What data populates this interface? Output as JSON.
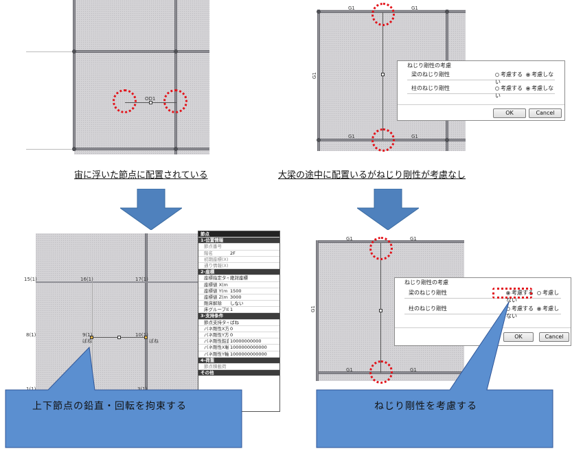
{
  "q1": {
    "node_label": "OD1"
  },
  "q2": {
    "g1_labels": [
      "G1",
      "G1",
      "G1",
      "G1"
    ],
    "side_label": "G1"
  },
  "dialog_top": {
    "title": "ねじり剛性の考慮",
    "rows": [
      {
        "label": "梁のねじり剛性",
        "opt1": "考慮する",
        "opt2": "考慮しない",
        "selected": "opt2"
      },
      {
        "label": "柱のねじり剛性",
        "opt1": "考慮する",
        "opt2": "考慮しない",
        "selected": "opt2"
      }
    ],
    "ok": "OK",
    "cancel": "Cancel"
  },
  "dialog_bottom": {
    "title": "ねじり剛性の考慮",
    "rows": [
      {
        "label": "梁のねじり剛性",
        "opt1": "考慮する",
        "opt2": "考慮しない",
        "selected": "opt1"
      },
      {
        "label": "柱のねじり剛性",
        "opt1": "考慮する",
        "opt2": "考慮しない",
        "selected": "opt2"
      }
    ],
    "ok": "OK",
    "cancel": "Cancel"
  },
  "captions": {
    "left": "宙に浮いた節点に配置されている",
    "right": "大梁の途中に配置いるがねじり剛性が考慮なし"
  },
  "q3": {
    "labels": {
      "n15": "15(1)",
      "n16": "16(1)",
      "n17": "17(1)",
      "n8": "8(1)",
      "n9": "9(1)",
      "n10": "10(1)",
      "n1": "1(1)",
      "n3": "3(1)",
      "spring1": "ばね",
      "spring2": "ばね"
    }
  },
  "props": {
    "title": "節点",
    "rows": [
      {
        "type": "head",
        "k": "1-位置情報",
        "v": ""
      },
      {
        "type": "dis",
        "k": "節点番号",
        "v": ""
      },
      {
        "type": "dis",
        "k": "階名",
        "v": "2F"
      },
      {
        "type": "dis",
        "k": "初期座標(X)",
        "v": ""
      },
      {
        "type": "dis",
        "k": "通り情報(X)",
        "v": ""
      },
      {
        "type": "head",
        "k": "2-座標",
        "v": ""
      },
      {
        "type": "",
        "k": "座標指定タイ",
        "v": "絶対座標"
      },
      {
        "type": "",
        "k": "座標値 X(m",
        "v": ""
      },
      {
        "type": "",
        "k": "座標値 Y(m",
        "v": "1500"
      },
      {
        "type": "",
        "k": "座標値 Z(m",
        "v": "3000"
      },
      {
        "type": "",
        "k": "剛床解除",
        "v": "しない"
      },
      {
        "type": "",
        "k": "床グループID",
        "v": "1"
      },
      {
        "type": "head",
        "k": "3-支持条件",
        "v": ""
      },
      {
        "type": "",
        "k": "節点支持タイ",
        "v": "ばね"
      },
      {
        "type": "",
        "k": "バネ剛性X方",
        "v": "0"
      },
      {
        "type": "",
        "k": "バネ剛性Y方",
        "v": "0"
      },
      {
        "type": "",
        "k": "バネ剛性鉛直",
        "v": "10000000000"
      },
      {
        "type": "",
        "k": "バネ剛性X軸",
        "v": "1000000000000"
      },
      {
        "type": "",
        "k": "バネ剛性Y軸",
        "v": "1000000000000"
      },
      {
        "type": "head",
        "k": "4-荷重",
        "v": ""
      },
      {
        "type": "dis",
        "k": "節点積載荷",
        "v": ""
      },
      {
        "type": "head",
        "k": "その他",
        "v": ""
      }
    ]
  },
  "q4": {
    "g1_labels": [
      "G1",
      "G1",
      "G1",
      "G1"
    ],
    "side_label": "G1"
  },
  "callouts": {
    "left": "上下節点の鉛直・回転を拘束する",
    "right": "ねじり剛性を考慮する"
  },
  "colors": {
    "callout_fill": "#5b8fd0",
    "arrow_fill": "#4f81bd",
    "highlight": "#e2141b"
  }
}
